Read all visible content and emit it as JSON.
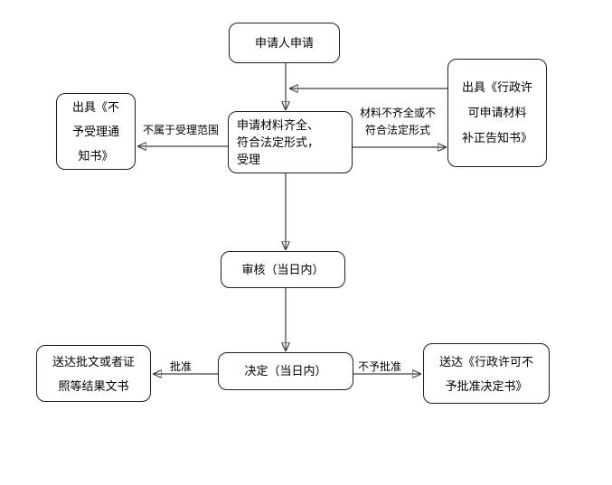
{
  "nodes": {
    "applicant": {
      "label": "申请人申请"
    },
    "acceptance": {
      "label": "申请材料齐全、\n符合法定形式，\n受理"
    },
    "rejection_notice": {
      "label": "出具《不\n予受理通\n知书》"
    },
    "supplement_notice": {
      "label": "出具《行政许\n可申请材料\n补正告知书》"
    },
    "review": {
      "label": "审核（当日内）"
    },
    "decision": {
      "label": "决定（当日内）"
    },
    "deliver_result": {
      "label": "送达批文或者证\n照等结果文书"
    },
    "deliver_denial": {
      "label": "送达《行政许可不\n予批准决定书》"
    }
  },
  "edge_labels": {
    "out_of_scope": "不属于受理范围",
    "materials_incomplete": "材料不齐全或不\n符合法定形式",
    "approved": "批准",
    "not_approved": "不予批准"
  },
  "colors": {
    "background": "#ffffff",
    "node_border": "#1f1f1f",
    "connector": "#404040",
    "text": "#000000"
  }
}
